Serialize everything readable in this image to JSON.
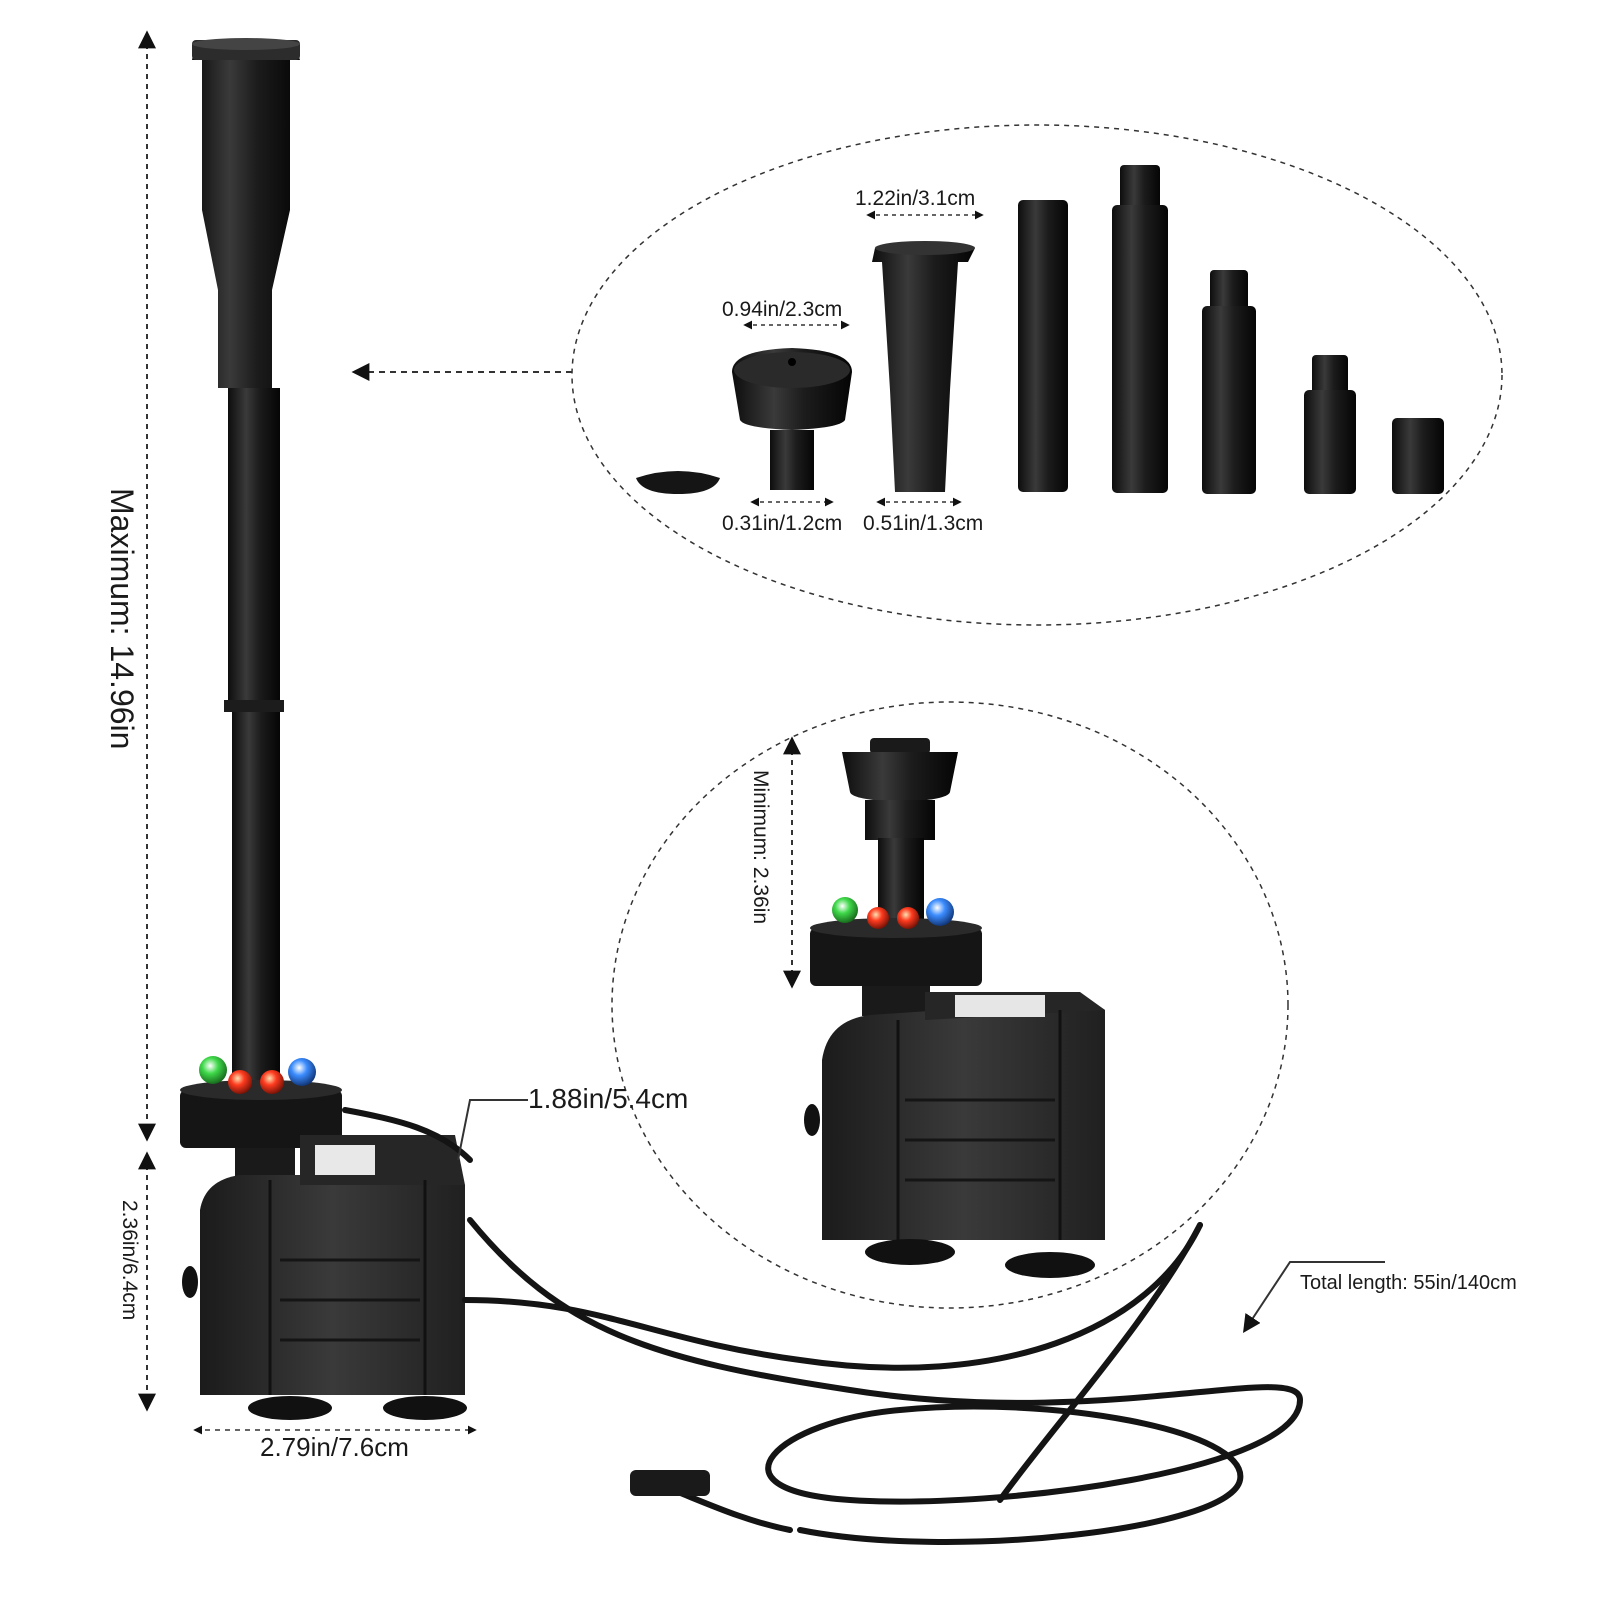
{
  "product": {
    "max_height_label": "Maximum: 14.96in",
    "base_height_label": "2.36in/6.4cm",
    "base_width_label": "2.79in/7.6cm",
    "depth_label": "1.88in/5.4cm",
    "min_height_label": "Minimum: 2.36in",
    "cable_length_label": "Total length: 55in/140cm"
  },
  "nozzles": {
    "cap_top_label": "0.94in/2.3cm",
    "cap_bottom_label": "0.31in/1.2cm",
    "cone_top_label": "1.22in/3.1cm",
    "cone_bottom_label": "0.51in/1.3cm"
  },
  "colors": {
    "pump": "#2b2b2b",
    "led_green": "#3fd94a",
    "led_red": "#ff3b1f",
    "led_blue": "#3b8cff",
    "guide_line": "#333333"
  }
}
